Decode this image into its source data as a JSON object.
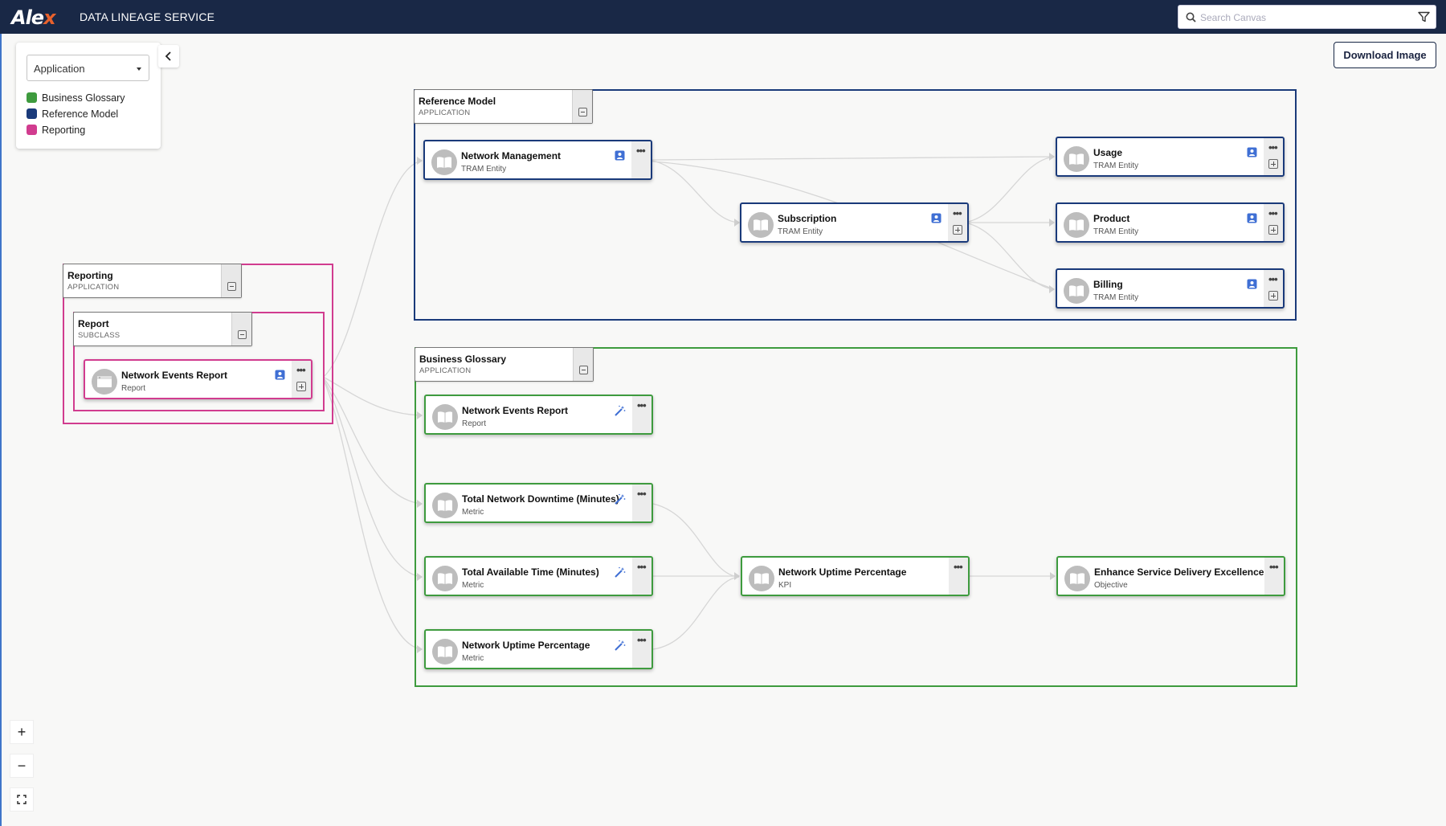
{
  "header": {
    "logo_main": "Ale",
    "logo_x": "x",
    "title": "DATA LINEAGE SERVICE",
    "search_placeholder": "Search Canvas"
  },
  "legend": {
    "selected": "Application",
    "items": [
      {
        "label": "Business Glossary",
        "color": "#3e9b3e"
      },
      {
        "label": "Reference Model",
        "color": "#1a3a7a"
      },
      {
        "label": "Reporting",
        "color": "#d13c8f"
      }
    ]
  },
  "toolbar": {
    "download_label": "Download Image",
    "zoom_in": "+",
    "zoom_out": "−"
  },
  "colors": {
    "header_bg": "#192846",
    "reference_border": "#1a3a7a",
    "glossary_border": "#3e9b3e",
    "reporting_border": "#d13c8f",
    "badge_blue": "#3f6fd4"
  },
  "groups": {
    "reporting": {
      "title": "Reporting",
      "subtitle": "APPLICATION"
    },
    "report": {
      "title": "Report",
      "subtitle": "SUBCLASS"
    },
    "reference_model": {
      "title": "Reference Model",
      "subtitle": "APPLICATION"
    },
    "business_glossary": {
      "title": "Business Glossary",
      "subtitle": "APPLICATION"
    }
  },
  "nodes": {
    "reporting_network_events_report": {
      "title": "Network Events Report",
      "subtitle": "Report",
      "badge": "person-badge-icon"
    },
    "network_management": {
      "title": "Network Management",
      "subtitle": "TRAM Entity",
      "badge": "person-badge-icon"
    },
    "subscription": {
      "title": "Subscription",
      "subtitle": "TRAM Entity",
      "badge": "person-badge-icon"
    },
    "usage": {
      "title": "Usage",
      "subtitle": "TRAM Entity",
      "badge": "person-badge-icon"
    },
    "product": {
      "title": "Product",
      "subtitle": "TRAM Entity",
      "badge": "person-badge-icon"
    },
    "billing": {
      "title": "Billing",
      "subtitle": "TRAM Entity",
      "badge": "person-badge-icon"
    },
    "bg_network_events_report": {
      "title": "Network Events Report",
      "subtitle": "Report",
      "badge": "magic-wand-icon"
    },
    "total_network_downtime": {
      "title": "Total Network Downtime (Minutes)",
      "subtitle": "Metric",
      "badge": "magic-wand-icon"
    },
    "total_available_time": {
      "title": "Total Available Time (Minutes)",
      "subtitle": "Metric",
      "badge": "magic-wand-icon"
    },
    "bg_network_uptime_metric": {
      "title": "Network Uptime Percentage",
      "subtitle": "Metric",
      "badge": "magic-wand-icon"
    },
    "network_uptime_kpi": {
      "title": "Network Uptime Percentage",
      "subtitle": "KPI",
      "badge": ""
    },
    "enhance_service": {
      "title": "Enhance Service Delivery Excellence",
      "subtitle": "Objective",
      "badge": ""
    }
  }
}
